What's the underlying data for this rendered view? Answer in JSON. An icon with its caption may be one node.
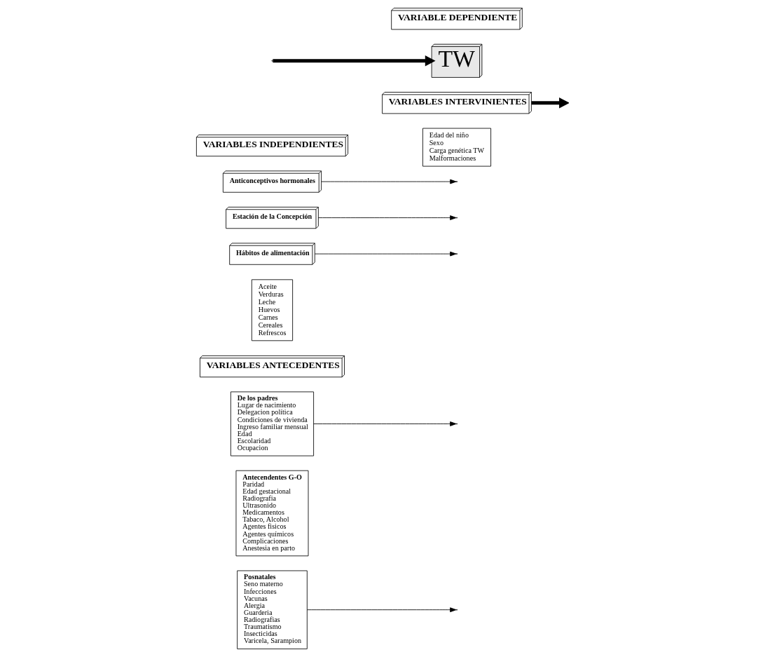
{
  "diagram": {
    "nodes": [
      {
        "text": [
          "VARIABLES ANTECEDENTES"
        ]
      },
      {
        "text": [
          "VARIABLES INDEPENDIENTES"
        ]
      },
      {
        "text": [
          "VARIABLE DEPENDIENTE"
        ]
      },
      {
        "text": [
          "De los padres",
          "Lugar de nacimiento",
          "Delegacion política",
          "Condiciones de vivienda",
          "Ingreso familiar mensual",
          "Edad",
          "Escolaridad",
          "Ocupacion"
        ]
      },
      {
        "text": [
          "Antecendentes G-O",
          "Paridad",
          "Edad gestacional",
          "Radiografia",
          "Ultrasonido",
          "Medicamentos",
          "Tabaco, Alcohol",
          "Agentes fisicos",
          "Agentes químicos",
          "Complicaciones",
          "Anestesia en parto"
        ]
      },
      {
        "text": [
          "Posnatales",
          "Seno materno",
          "Infecciones",
          "Vacunas",
          "Alergia",
          "Guarderia",
          "Radiografias",
          "Traumatismo",
          "Insecticidas",
          "Varicela, Sarampion"
        ]
      },
      {
        "text": [
          "Anticonceptivos hormonales"
        ]
      },
      {
        "text": [
          "Estación de la Concepción"
        ]
      },
      {
        "text": [
          "TW"
        ]
      },
      {
        "text": [
          "Hábitos de alimentación"
        ]
      },
      {
        "text": [
          "VARIABLES INTERVINIENTES"
        ]
      },
      {
        "text": [
          "Aceite",
          "Verduras",
          "Leche",
          "Huevos",
          "Carnes",
          "Cereales",
          "Refrescos"
        ]
      },
      {
        "text": [
          "Edad del niño",
          "Sexo",
          "Carga genética TW",
          "Malformaciones"
        ]
      }
    ],
    "edges": [
      {
        "from": 3,
        "to": null,
        "arrow": "to"
      },
      {
        "from": 5,
        "to": null,
        "arrow": "to"
      },
      {
        "from": 6,
        "to": null,
        "arrow": "to"
      },
      {
        "from": 7,
        "to": null,
        "arrow": "to"
      },
      {
        "from": 9,
        "to": null,
        "arrow": "to"
      },
      {
        "from": 10,
        "to": null,
        "arrow": "to",
        "style": "thick"
      },
      {
        "from": null,
        "to": 8,
        "arrow": "to",
        "style": "thick"
      }
    ]
  }
}
